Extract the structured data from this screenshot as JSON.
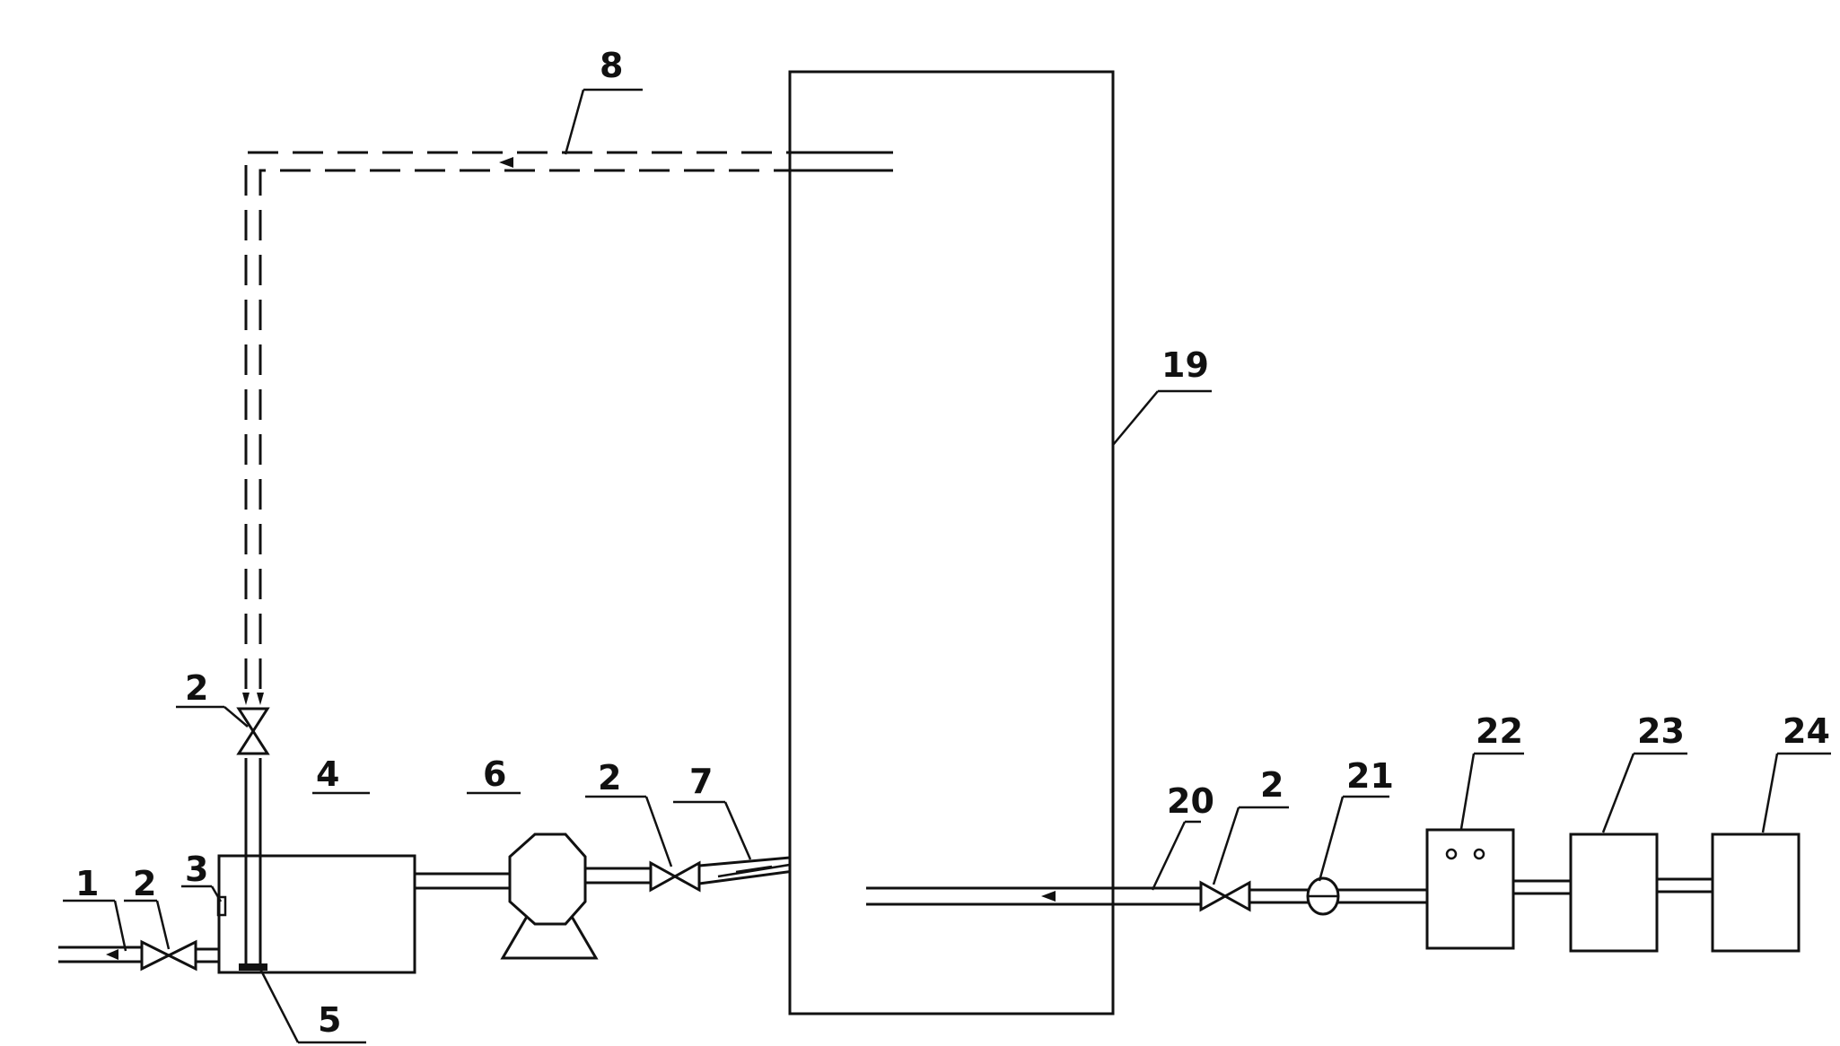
{
  "labels": {
    "l1": "1",
    "l2a": "2",
    "l2b": "2",
    "l2c": "2",
    "l2d": "2",
    "l3": "3",
    "l4": "4",
    "l5": "5",
    "l6": "6",
    "l7": "7",
    "l8": "8",
    "l19": "19",
    "l20": "20",
    "l21": "21",
    "l22": "22",
    "l23": "23",
    "l24": "24"
  },
  "colors": {
    "stroke": "#111111",
    "background": "#ffffff"
  }
}
